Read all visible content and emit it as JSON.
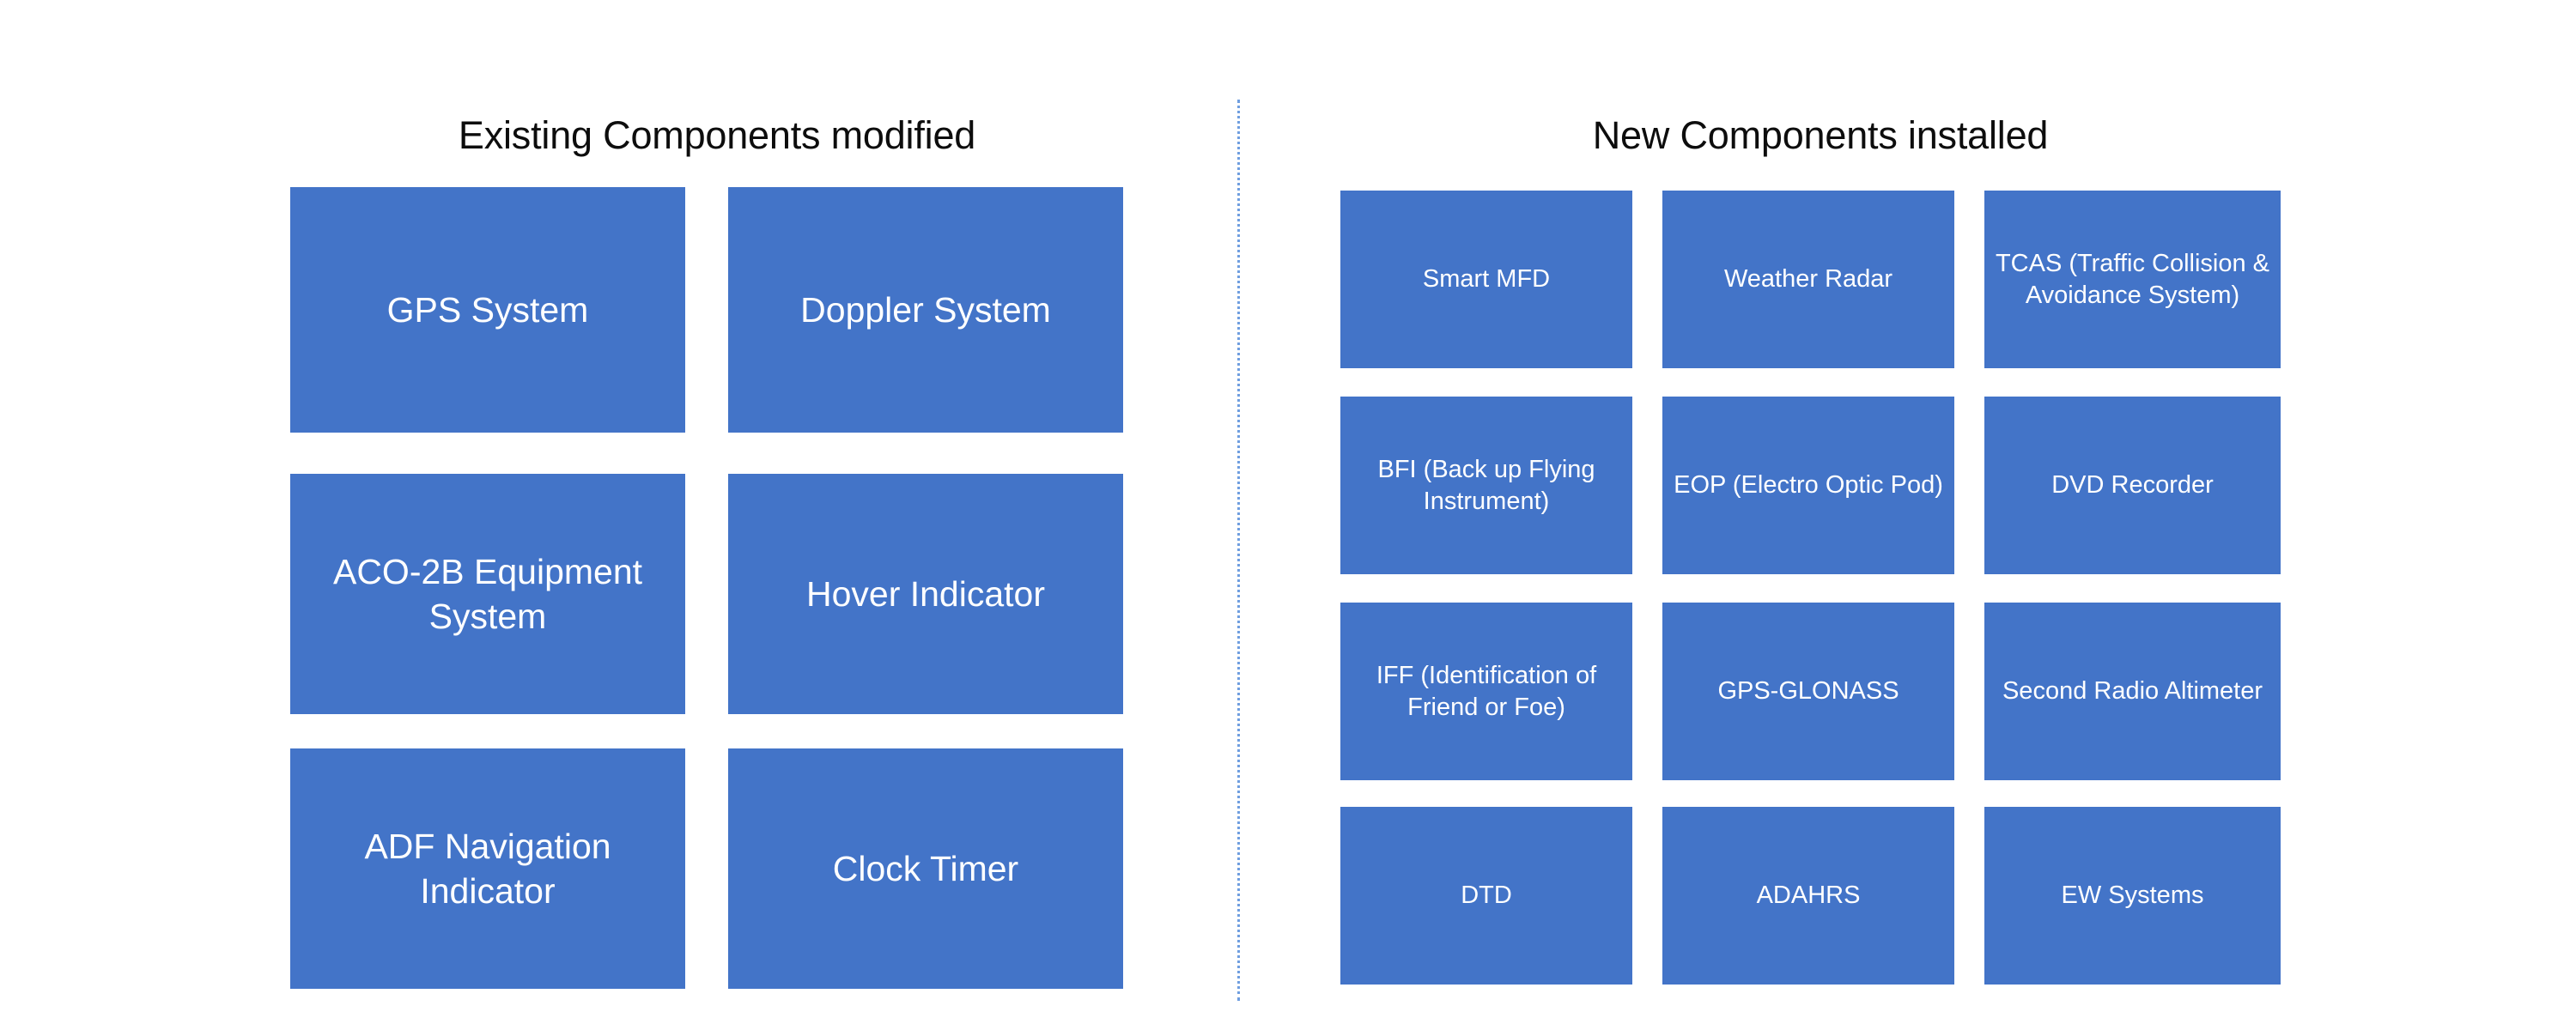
{
  "theme": {
    "box_fill": "#4374c8",
    "box_text": "#ffffff",
    "heading_text": "#0d0d0d",
    "divider_color": "#6f9ee0",
    "background": "#ffffff"
  },
  "left_section": {
    "heading": "Existing Components modified",
    "columns": 2,
    "rows": 3,
    "items": [
      {
        "label": "GPS System"
      },
      {
        "label": "Doppler System"
      },
      {
        "label": "ACO-2B Equipment System"
      },
      {
        "label": "Hover Indicator"
      },
      {
        "label": "ADF Navigation Indicator"
      },
      {
        "label": "Clock Timer"
      }
    ]
  },
  "right_section": {
    "heading": "New Components installed",
    "columns": 3,
    "rows": 4,
    "items": [
      {
        "label": "Smart MFD"
      },
      {
        "label": "Weather Radar"
      },
      {
        "label": "TCAS (Traffic Collision & Avoidance System)"
      },
      {
        "label": "BFI (Back up Flying Instrument)"
      },
      {
        "label": "EOP (Electro Optic Pod)"
      },
      {
        "label": "DVD Recorder"
      },
      {
        "label": "IFF (Identification of Friend or Foe)"
      },
      {
        "label": "GPS-GLONASS"
      },
      {
        "label": "Second Radio Altimeter"
      },
      {
        "label": "DTD"
      },
      {
        "label": "ADAHRS"
      },
      {
        "label": "EW Systems"
      }
    ]
  }
}
